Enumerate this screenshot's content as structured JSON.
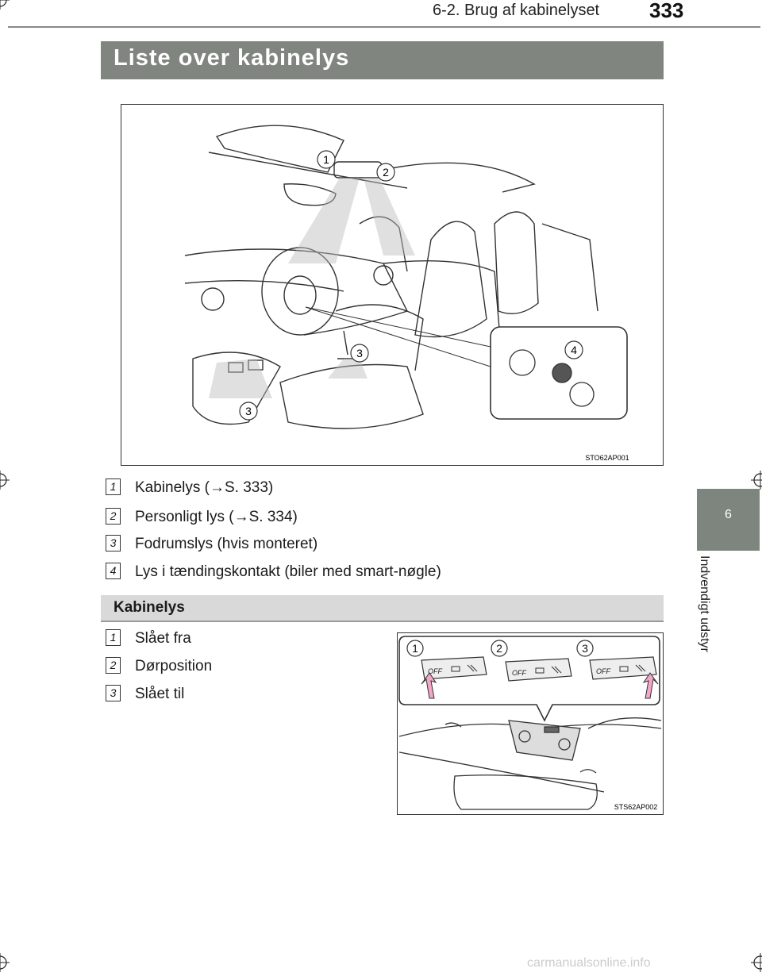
{
  "header": {
    "section": "6-2. Brug af kabinelyset",
    "page_number": "333"
  },
  "title": "Liste over kabinelys",
  "side_tab": {
    "chapter_number": "6",
    "chapter_label": "Indvendigt udstyr"
  },
  "figure1": {
    "code": "STO62AP001",
    "callouts": [
      "1",
      "2",
      "3",
      "3",
      "4"
    ]
  },
  "list": [
    {
      "num": "1",
      "text": "Kabinelys (→S. 333)"
    },
    {
      "num": "2",
      "text": "Personligt lys (→S. 334)"
    },
    {
      "num": "3",
      "text": "Fodrumslys (hvis monteret)"
    },
    {
      "num": "4",
      "text": "Lys i tændingskontakt (biler med smart-nøgle)"
    }
  ],
  "subsection": "Kabinelys",
  "sublist": [
    {
      "num": "1",
      "text": "Slået fra"
    },
    {
      "num": "2",
      "text": "Dørposition"
    },
    {
      "num": "3",
      "text": "Slået til"
    }
  ],
  "figure2": {
    "code": "STS62AP002",
    "callouts": [
      "1",
      "2",
      "3"
    ],
    "switch_label": "OFF"
  },
  "footer": "carmanualsonline.info"
}
